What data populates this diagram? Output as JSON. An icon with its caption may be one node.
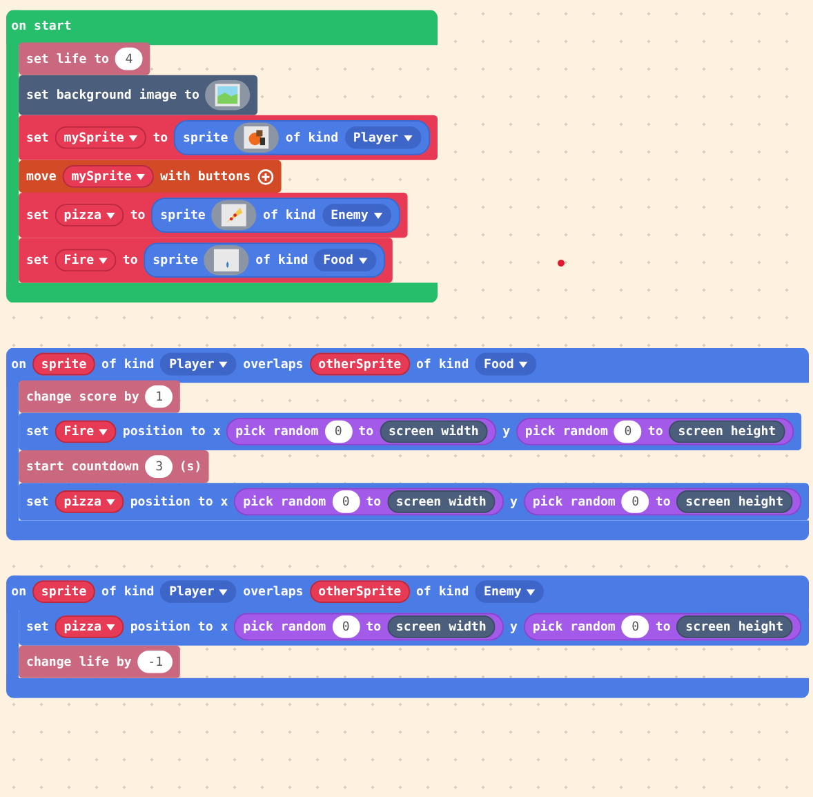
{
  "diagram": {
    "nodes": [
      {
        "text": [
          "on start"
        ]
      },
      {
        "text": [
          "set life to"
        ],
        "in": 0
      },
      {
        "text": [
          "4"
        ],
        "in": 1
      },
      {
        "text": [
          "set background image to"
        ],
        "in": 0
      },
      {
        "text": [],
        "shape": "picture",
        "in": 3
      },
      {
        "text": [
          "set",
          "to"
        ],
        "in": 0
      },
      {
        "text": [
          "mySprite"
        ],
        "in": 5
      },
      {
        "text": [
          "sprite",
          "of kind"
        ],
        "in": 5
      },
      {
        "text": [],
        "shape": "picture",
        "in": 7
      },
      {
        "text": [
          "Player"
        ],
        "in": 7
      },
      {
        "text": [
          "move",
          "with buttons"
        ],
        "in": 0
      },
      {
        "text": [
          "mySprite"
        ],
        "in": 10
      },
      {
        "text": [
          "set",
          "to"
        ],
        "in": 0
      },
      {
        "text": [
          "pizza"
        ],
        "in": 12
      },
      {
        "text": [
          "sprite",
          "of kind"
        ],
        "in": 12
      },
      {
        "text": [],
        "shape": "picture",
        "in": 14
      },
      {
        "text": [
          "Enemy"
        ],
        "in": 14
      },
      {
        "text": [
          "set",
          "to"
        ],
        "in": 0
      },
      {
        "text": [
          "Fire"
        ],
        "in": 17
      },
      {
        "text": [
          "sprite",
          "of kind"
        ],
        "in": 17
      },
      {
        "text": [],
        "shape": "picture",
        "in": 19
      },
      {
        "text": [
          "Food"
        ],
        "in": 19
      },
      {
        "text": [
          "on",
          "of kind",
          "overlaps",
          "of kind"
        ]
      },
      {
        "text": [
          "sprite"
        ],
        "in": 22
      },
      {
        "text": [
          "Player"
        ],
        "in": 22
      },
      {
        "text": [
          "otherSprite"
        ],
        "in": 22
      },
      {
        "text": [
          "Food"
        ],
        "in": 22
      },
      {
        "text": [
          "change score by"
        ],
        "in": 22
      },
      {
        "text": [
          "1"
        ],
        "in": 27
      },
      {
        "text": [
          "set",
          "position to x",
          "y"
        ],
        "in": 22
      },
      {
        "text": [
          "Fire"
        ],
        "in": 29
      },
      {
        "text": [
          "pick random",
          "to"
        ],
        "in": 29
      },
      {
        "text": [
          "0"
        ],
        "in": 31
      },
      {
        "text": [
          "screen width"
        ],
        "in": 31
      },
      {
        "text": [
          "pick random",
          "to"
        ],
        "in": 29
      },
      {
        "text": [
          "0"
        ],
        "in": 34
      },
      {
        "text": [
          "screen height"
        ],
        "in": 34
      },
      {
        "text": [
          "start countdown",
          "(s)"
        ],
        "in": 22
      },
      {
        "text": [
          "3"
        ],
        "in": 37
      },
      {
        "text": [
          "set",
          "position to x",
          "y"
        ],
        "in": 22
      },
      {
        "text": [
          "pizza"
        ],
        "in": 39
      },
      {
        "text": [
          "pick random",
          "to"
        ],
        "in": 39
      },
      {
        "text": [
          "0"
        ],
        "in": 41
      },
      {
        "text": [
          "screen width"
        ],
        "in": 41
      },
      {
        "text": [
          "pick random",
          "to"
        ],
        "in": 39
      },
      {
        "text": [
          "0"
        ],
        "in": 44
      },
      {
        "text": [
          "screen height"
        ],
        "in": 44
      },
      {
        "text": [
          "on",
          "of kind",
          "overlaps",
          "of kind"
        ]
      },
      {
        "text": [
          "sprite"
        ],
        "in": 47
      },
      {
        "text": [
          "Player"
        ],
        "in": 47
      },
      {
        "text": [
          "otherSprite"
        ],
        "in": 47
      },
      {
        "text": [
          "Enemy"
        ],
        "in": 47
      },
      {
        "text": [
          "set",
          "position to x",
          "y"
        ],
        "in": 47
      },
      {
        "text": [
          "pizza"
        ],
        "in": 52
      },
      {
        "text": [
          "pick random",
          "to"
        ],
        "in": 52
      },
      {
        "text": [
          "0"
        ],
        "in": 54
      },
      {
        "text": [
          "screen width"
        ],
        "in": 54
      },
      {
        "text": [
          "pick random",
          "to"
        ],
        "in": 52
      },
      {
        "text": [
          "0"
        ],
        "in": 57
      },
      {
        "text": [
          "screen height"
        ],
        "in": 57
      },
      {
        "text": [
          "change life by"
        ],
        "in": 47
      },
      {
        "text": [
          "-1"
        ],
        "in": 60
      }
    ]
  }
}
